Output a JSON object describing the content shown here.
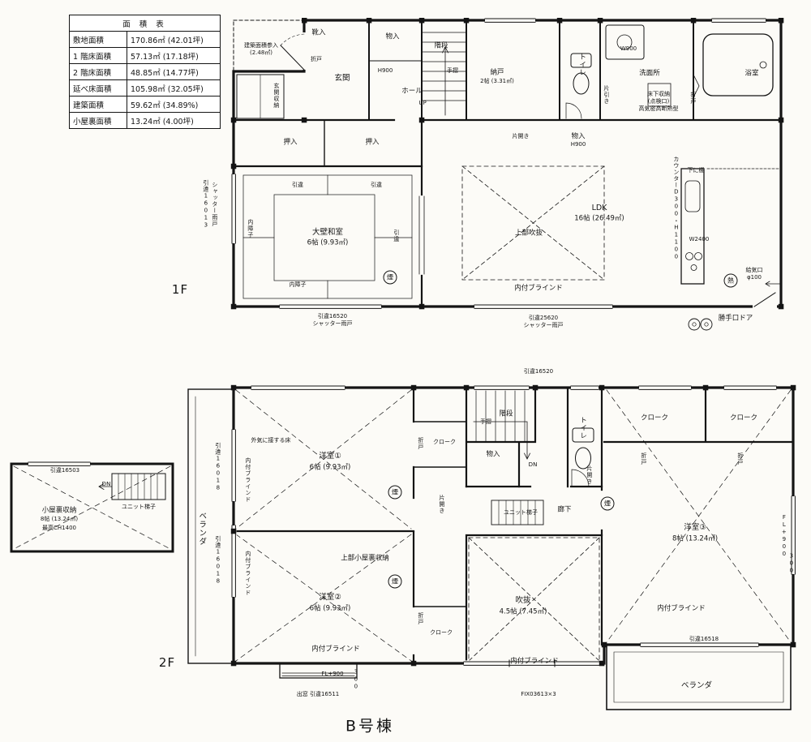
{
  "building": {
    "name": "B号棟"
  },
  "floors": {
    "f1": "1F",
    "f2": "2F"
  },
  "area_table": {
    "title": "面 積 表",
    "rows": [
      {
        "label": "敷地面積",
        "value": "170.86㎡ (42.01坪)"
      },
      {
        "label": "1 階床面積",
        "value": "57.13㎡ (17.18坪)"
      },
      {
        "label": "2 階床面積",
        "value": "48.85㎡ (14.77坪)"
      },
      {
        "label": "延べ床面積",
        "value": "105.98㎡ (32.05坪)"
      },
      {
        "label": "建築面積",
        "value": "59.62㎡ (34.89%)"
      },
      {
        "label": "小屋裏面積",
        "value": "13.24㎡ (4.00坪)"
      }
    ]
  },
  "f1": {
    "porch_note1": "建築面積参入",
    "porch_note2": "(2.48㎡)",
    "genkan_shuno": "玄関収納",
    "oredo_genkan": "折戸",
    "kutsuire": "靴入",
    "genkan": "玄関",
    "monoire_top": "物入",
    "h900_top": "H900",
    "kaidan": "階段",
    "tesuri": "手摺",
    "hall": "ホール",
    "up": "UP",
    "nando": "納戸",
    "nando_size": "2帖 (3.31㎡)",
    "toilet": "トイレ",
    "katabiki": "片引き",
    "w900": "W900",
    "senmenjo": "洗面所",
    "yukashita1": "床下収納",
    "yukashita2": "(点検口)",
    "yukashita3": "高気密高断熱型",
    "oredo_bath": "折戸",
    "yokushitsu": "浴室",
    "katahiraki": "片開き",
    "monoire_mid": "物入",
    "h900_mid": "H900",
    "oshiire_a": "押入",
    "oshiire_b": "押入",
    "hikichigai_a": "引違",
    "hikichigai_b": "引違",
    "uchishoji_a": "内障子",
    "washitsu": "大壁和室",
    "washitsu_size": "6帖 (9.93㎡)",
    "hikichigai_c": "引違",
    "uchishoji_b": "内障子",
    "ldk": "LDK",
    "ldk_size": "16帖 (26.49㎡)",
    "fukinuke_upper": "上部吹抜",
    "shitanitana": "下に棚",
    "counter": "カウンターD300・H1100",
    "w2400": "W2400",
    "win_l1": "引違16013",
    "win_l2": "シャッター雨戸",
    "blind": "内付ブラインド",
    "kyukiko": "給気口",
    "kyukiko_d": "φ100",
    "win_b1a": "引違16520",
    "win_b1b": "シャッター雨戸",
    "win_b2a": "引違25620",
    "win_b2b": "シャッター雨戸",
    "katteguchi": "勝手口ドア"
  },
  "f2": {
    "win_top": "引違16520",
    "kaidan": "階段",
    "tesuri": "手摺",
    "monoire": "物入",
    "dn": "DN",
    "toilet": "トイレ",
    "katahiraki_a": "片開き",
    "katahiraki_b": "片開き",
    "cloak_a": "クローク",
    "cloak_b": "クローク",
    "cloak_c": "クローク",
    "cloak_d": "クローク",
    "oredo_a": "折戸",
    "oredo_b": "折戸",
    "oredo_c": "折戸",
    "oredo_d": "折戸",
    "yo1": "洋室①",
    "yo1_size": "6帖 (9.93㎡)",
    "gaiki": "外気に接する床",
    "unit_ladder": "ユニット梯子",
    "roka": "廊下",
    "yo3": "洋室③",
    "yo3_size": "8帖 (13.24㎡)",
    "koyaura_upper": "上部小屋裏収納",
    "yo2": "洋室②",
    "yo2_size": "6帖 (9.93㎡)",
    "fukinuke": "吹抜",
    "fukinuke_size": "4.5帖 (7.45㎡)",
    "blind_a": "内付ブラインド",
    "blind_b": "内付ブラインド",
    "blind_c": "内付ブラインド",
    "blind_v1": "内付ブラインド",
    "blind_v2": "内付ブラインド",
    "win16518": "引違16518",
    "veranda_b": "ベランダ",
    "veranda_l": "ベランダ",
    "win16018a": "引違16018",
    "win16018b": "引違16018",
    "fl900_a": "FL+900",
    "fl900_b": "FL+900",
    "n300a": "300",
    "n300b": "300",
    "demado": "出窓 引違16511",
    "fix": "FIX03613×3"
  },
  "attic": {
    "win16503": "引違16503",
    "dn": "DN",
    "unit_ladder": "ユニット梯子",
    "name": "小屋裏収納",
    "size": "8帖 (13.24㎡)",
    "ch": "最高CH1400"
  },
  "symbols": {
    "smoke": "煙",
    "heat": "熱"
  }
}
